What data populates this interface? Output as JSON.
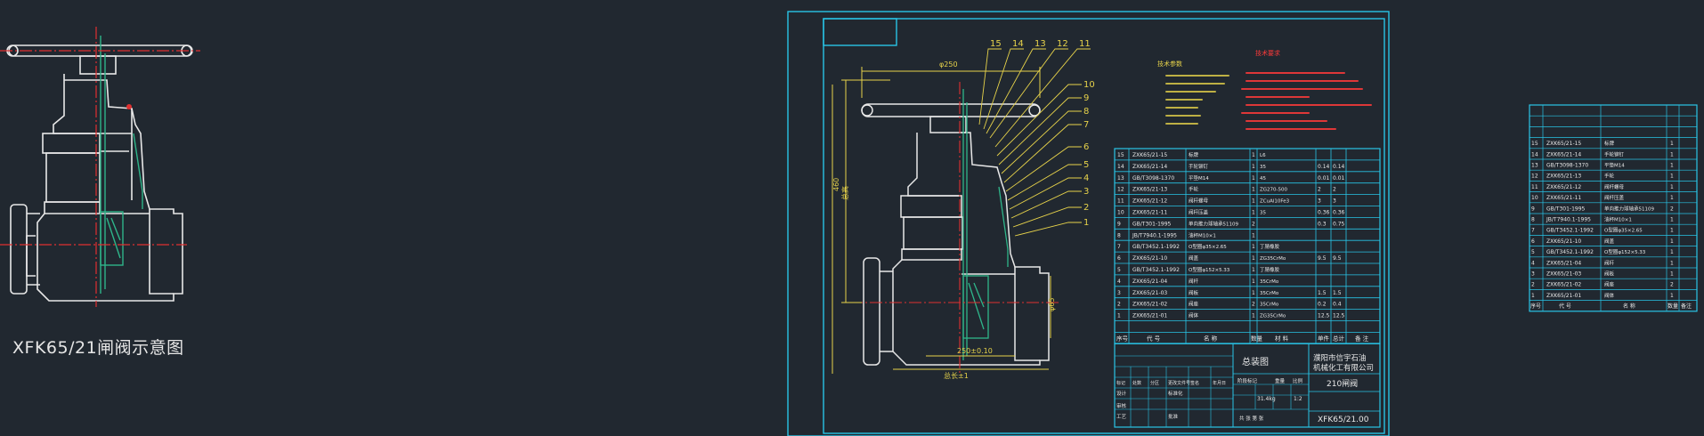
{
  "caption": "XFK65/21闸阀示意图",
  "balloons": [
    "15",
    "14",
    "13",
    "12",
    "11",
    "10",
    "9",
    "8",
    "7",
    "6",
    "5",
    "4",
    "3",
    "2",
    "1"
  ],
  "dimensions": {
    "top_width": "φ250",
    "height_a": "460",
    "height_b": "总高",
    "bore": "φ65",
    "inner_length": "250±0.10",
    "overall_length": "总长±1"
  },
  "tech_requirements_title": "技术要求",
  "performance_title": "技术参数",
  "bom_header": [
    "序号",
    "代 号",
    "名 称",
    "数量",
    "材 料",
    "单件",
    "总计",
    "备 注"
  ],
  "bom_rows": [
    {
      "no": "15",
      "code": "ZXK65/21-15",
      "name": "标牌",
      "qty": "1",
      "mat": "L6",
      "m1": "",
      "m2": ""
    },
    {
      "no": "14",
      "code": "ZXK65/21-14",
      "name": "手轮铆钉",
      "qty": "1",
      "mat": "35",
      "m1": "0.14",
      "m2": "0.14"
    },
    {
      "no": "13",
      "code": "GB/T3098-1370",
      "name": "平垫M14",
      "qty": "1",
      "mat": "45",
      "m1": "0.01",
      "m2": "0.01"
    },
    {
      "no": "12",
      "code": "ZXK65/21-13",
      "name": "手轮",
      "qty": "1",
      "mat": "ZG270-500",
      "m1": "2",
      "m2": "2"
    },
    {
      "no": "11",
      "code": "ZXK65/21-12",
      "name": "阀杆螺母",
      "qty": "1",
      "mat": "ZCuAl10Fe3",
      "m1": "3",
      "m2": "3"
    },
    {
      "no": "10",
      "code": "ZXK65/21-11",
      "name": "阀杆压盖",
      "qty": "1",
      "mat": "35",
      "m1": "0.36",
      "m2": "0.36"
    },
    {
      "no": "9",
      "code": "GB/T301-1995",
      "name": "单向推力球轴承51109",
      "qty": "2",
      "mat": "",
      "m1": "0.3",
      "m2": "0.75"
    },
    {
      "no": "8",
      "code": "JB/T7940.1-1995",
      "name": "油杯M10×1",
      "qty": "1",
      "mat": "",
      "m1": "",
      "m2": ""
    },
    {
      "no": "7",
      "code": "GB/T3452.1-1992",
      "name": "O型圈φ35×2.65",
      "qty": "1",
      "mat": "丁腈橡胶",
      "m1": "",
      "m2": ""
    },
    {
      "no": "6",
      "code": "ZXK65/21-10",
      "name": "阀盖",
      "qty": "1",
      "mat": "ZG35CrMo",
      "m1": "9.5",
      "m2": "9.5"
    },
    {
      "no": "5",
      "code": "GB/T3452.1-1992",
      "name": "O型圈φ152×5.33",
      "qty": "1",
      "mat": "丁腈橡胶",
      "m1": "",
      "m2": ""
    },
    {
      "no": "4",
      "code": "ZXK65/21-04",
      "name": "阀杆",
      "qty": "1",
      "mat": "35CrMo",
      "m1": "",
      "m2": ""
    },
    {
      "no": "3",
      "code": "ZXK65/21-03",
      "name": "阀板",
      "qty": "1",
      "mat": "35CrMo",
      "m1": "1.5",
      "m2": "1.5"
    },
    {
      "no": "2",
      "code": "ZXK65/21-02",
      "name": "阀座",
      "qty": "2",
      "mat": "35CrMo",
      "m1": "0.2",
      "m2": "0.4"
    },
    {
      "no": "1",
      "code": "ZXK65/21-01",
      "name": "阀体",
      "qty": "1",
      "mat": "ZG35CrMo",
      "m1": "12.5",
      "m2": "12.5"
    }
  ],
  "title_block": {
    "drawing_title": "总装图",
    "company": "濮阳市信宇石油机械化工有限公司",
    "part_name": "210闸阀",
    "drawing_no": "XFK65/21.00",
    "weight": "31.4kg",
    "scale": "1:2",
    "weight_label": "重量",
    "scale_label": "比例",
    "stage_label": "阶段标记",
    "sheet_label": "共 张 第 张",
    "row_labels": [
      "标记",
      "处数",
      "分区",
      "更改文件号",
      "签名",
      "年月日"
    ],
    "design_label": "设计",
    "std_label": "标准化",
    "review_label": "审核",
    "process_label": "工艺",
    "approve_label": "批准"
  },
  "right_bom_rows": [
    {
      "no": "15",
      "code": "ZXK65/21-15",
      "name": "标牌",
      "qty": "1"
    },
    {
      "no": "14",
      "code": "ZXK65/21-14",
      "name": "手轮铆钉",
      "qty": "1"
    },
    {
      "no": "13",
      "code": "GB/T3098-1370",
      "name": "平垫M14",
      "qty": "1"
    },
    {
      "no": "12",
      "code": "ZXK65/21-13",
      "name": "手轮",
      "qty": "1"
    },
    {
      "no": "11",
      "code": "ZXK65/21-12",
      "name": "阀杆螺母",
      "qty": "1"
    },
    {
      "no": "10",
      "code": "ZXK65/21-11",
      "name": "阀杆压盖",
      "qty": "1"
    },
    {
      "no": "9",
      "code": "GB/T301-1995",
      "name": "单向推力球轴承51109",
      "qty": "2"
    },
    {
      "no": "8",
      "code": "JB/T7940.1-1995",
      "name": "油杯M10×1",
      "qty": "1"
    },
    {
      "no": "7",
      "code": "GB/T3452.1-1992",
      "name": "O型圈φ35×2.65",
      "qty": "1"
    },
    {
      "no": "6",
      "code": "ZXK65/21-10",
      "name": "阀盖",
      "qty": "1"
    },
    {
      "no": "5",
      "code": "GB/T3452.1-1992",
      "name": "O型圈φ152×5.33",
      "qty": "1"
    },
    {
      "no": "4",
      "code": "ZXK65/21-04",
      "name": "阀杆",
      "qty": "1"
    },
    {
      "no": "3",
      "code": "ZXK65/21-03",
      "name": "阀板",
      "qty": "1"
    },
    {
      "no": "2",
      "code": "ZXK65/21-02",
      "name": "阀座",
      "qty": "2"
    },
    {
      "no": "1",
      "code": "ZXK65/21-01",
      "name": "阀体",
      "qty": "1"
    }
  ],
  "right_bom_header": [
    "序号",
    "代 号",
    "名 称",
    "数量",
    "备注"
  ],
  "colors": {
    "background": "#212830",
    "frame": "#29c4e6",
    "outline": "#e8e8e8",
    "center_line": "#e03030",
    "section": "#2fb58a",
    "dimension": "#e6d24a",
    "note_red": "#ff3a3a"
  }
}
